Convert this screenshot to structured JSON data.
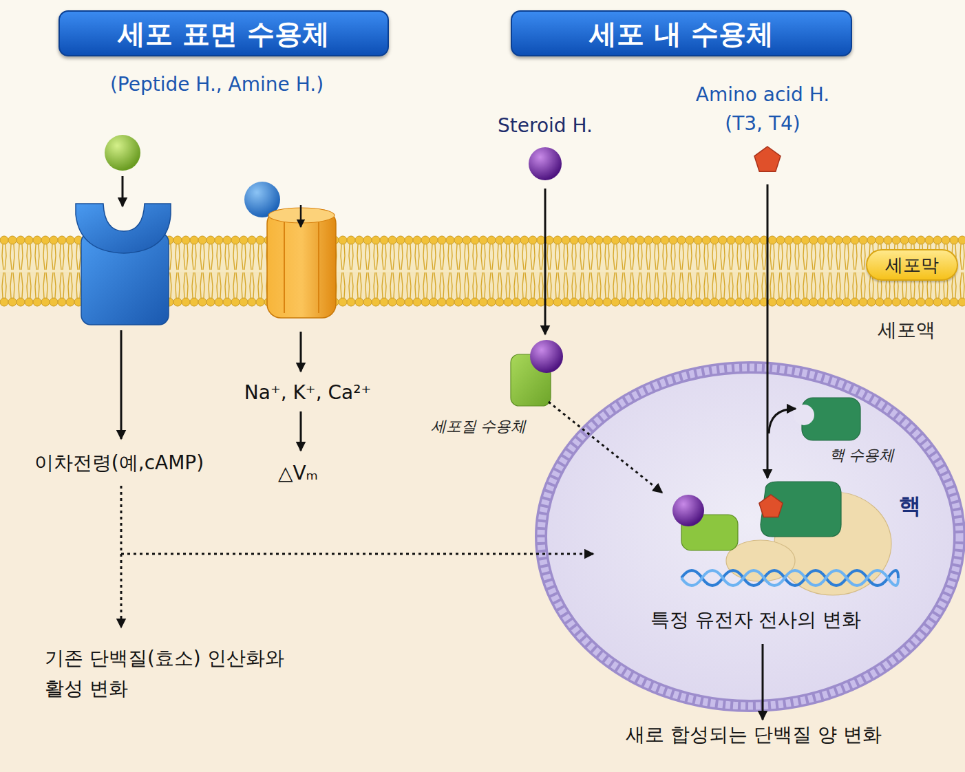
{
  "diagram": {
    "nodes": [
      {
        "text": [
          "세포 표면 수용체"
        ]
      },
      {
        "text": [
          "세포 내 수용체"
        ]
      },
      {
        "text": [
          "세포막"
        ]
      },
      {
        "text": [
          "핵",
          "특정 유전자 전사의 변화"
        ]
      }
    ],
    "labels": [
      "(Peptide H., Amine H.)",
      "Steroid H.",
      "Amino acid H. (T3, T4)",
      "세포액",
      "세포질 수용체",
      "Na⁺, K⁺, Ca²⁺",
      "핵 수용체",
      "이차전령(예,cAMP)",
      "△Vₘ",
      "기존 단백질(효소) 인산화와 활성 변화",
      "새로 합성되는 단백질 양 변화"
    ]
  }
}
